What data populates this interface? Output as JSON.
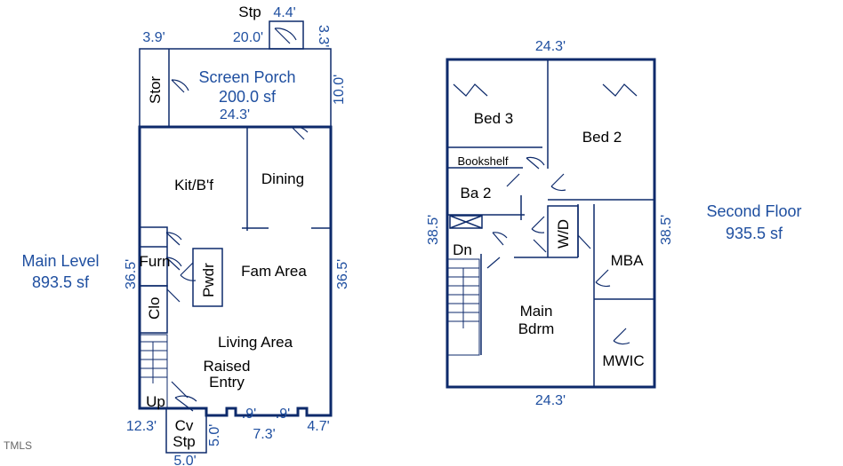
{
  "main_level": {
    "title": "Main Level",
    "area": "893.5 sf",
    "rooms": {
      "screen_porch": "Screen Porch",
      "screen_porch_area": "200.0 sf",
      "stor": "Stor",
      "kit": "Kit/B'f",
      "dining": "Dining",
      "furn": "Furn",
      "pwdr": "Pwdr",
      "fam_area": "Fam Area",
      "clo": "Clo",
      "living_area": "Living Area",
      "raised_entry_1": "Raised",
      "raised_entry_2": "Entry",
      "up": "Up",
      "cv": "Cv",
      "stp_bottom": "Stp",
      "stp_top": "Stp"
    },
    "dims": {
      "stp_width": "4.4'",
      "porch_left": "3.9'",
      "porch_length": "20.0'",
      "stp_depth": "3.3'",
      "porch_depth": "10.0'",
      "width": "24.3'",
      "depth_left": "36.5'",
      "depth_right": "36.5'",
      "bottom_left": "12.3'",
      "notch_1": ".9'",
      "notch_2": ".9'",
      "bottom_mid": "7.3'",
      "bottom_right": "4.7'",
      "cv_depth": "5.0'",
      "cv_width": "5.0'"
    }
  },
  "second_floor": {
    "title": "Second Floor",
    "area": "935.5 sf",
    "rooms": {
      "bed3": "Bed 3",
      "bed2": "Bed 2",
      "bookshelf": "Bookshelf",
      "ba2": "Ba 2",
      "wd": "W/D",
      "dn": "Dn",
      "mba": "MBA",
      "main_bdrm_1": "Main",
      "main_bdrm_2": "Bdrm",
      "mwic": "MWIC"
    },
    "dims": {
      "top": "24.3'",
      "bottom": "24.3'",
      "left": "38.5'",
      "right": "38.5'"
    }
  },
  "watermark": "TMLS"
}
